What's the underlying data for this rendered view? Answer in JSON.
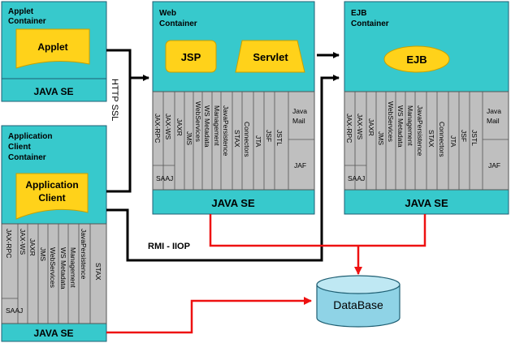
{
  "colors": {
    "container": "#37c9cc",
    "apis": "#bfbfbf",
    "component": "#ffd21a",
    "border": "#1f5f73",
    "connector": "#000000",
    "db_link": "#ee1111",
    "database": "#8fd3e6"
  },
  "applet_container": {
    "title_line1": "Applet",
    "title_line2": "Container",
    "component": "Applet",
    "base": "JAVA SE"
  },
  "app_client_container": {
    "title_line1": "Application",
    "title_line2": "Client",
    "title_line3": "Container",
    "component_line1": "Application",
    "component_line2": "Client",
    "base": "JAVA SE",
    "apis": [
      "JAX-RPC",
      "JAX-WS",
      "JAXR",
      "JMS",
      "WebServices",
      "WS Metadata",
      "Management",
      "JavaPersistence",
      "STAX"
    ],
    "saaj": "SAAJ"
  },
  "web_container": {
    "title_line1": "Web",
    "title_line2": "Container",
    "jsp": "JSP",
    "servlet": "Servlet",
    "base": "JAVA SE",
    "apis": [
      "JAX-RPC",
      "JAX-WS",
      "JAXR",
      "JMS",
      "WebServices",
      "WS Metadata",
      "Management",
      "JavaPersistence",
      "STAX",
      "Connectors",
      "JTA",
      "JSF",
      "JSTL"
    ],
    "saaj": "SAAJ",
    "java_mail_line1": "Java",
    "java_mail_line2": "Mail",
    "jaf": "JAF"
  },
  "ejb_container": {
    "title_line1": "EJB",
    "title_line2": "Container",
    "component": "EJB",
    "base": "JAVA SE",
    "apis": [
      "JAX-RPC",
      "JAX-WS",
      "JAXR",
      "JMS",
      "WebServices",
      "WS Metadata",
      "Management",
      "JavaPersistence",
      "STAX",
      "Connectors",
      "JTA",
      "JSF",
      "JSTL"
    ],
    "saaj": "SAAJ",
    "java_mail_line1": "Java",
    "java_mail_line2": "Mail",
    "jaf": "JAF"
  },
  "labels": {
    "http_ssl": "HTTP SSL",
    "rmi_iiop": "RMI - IIOP"
  },
  "database": {
    "label": "DataBase"
  }
}
